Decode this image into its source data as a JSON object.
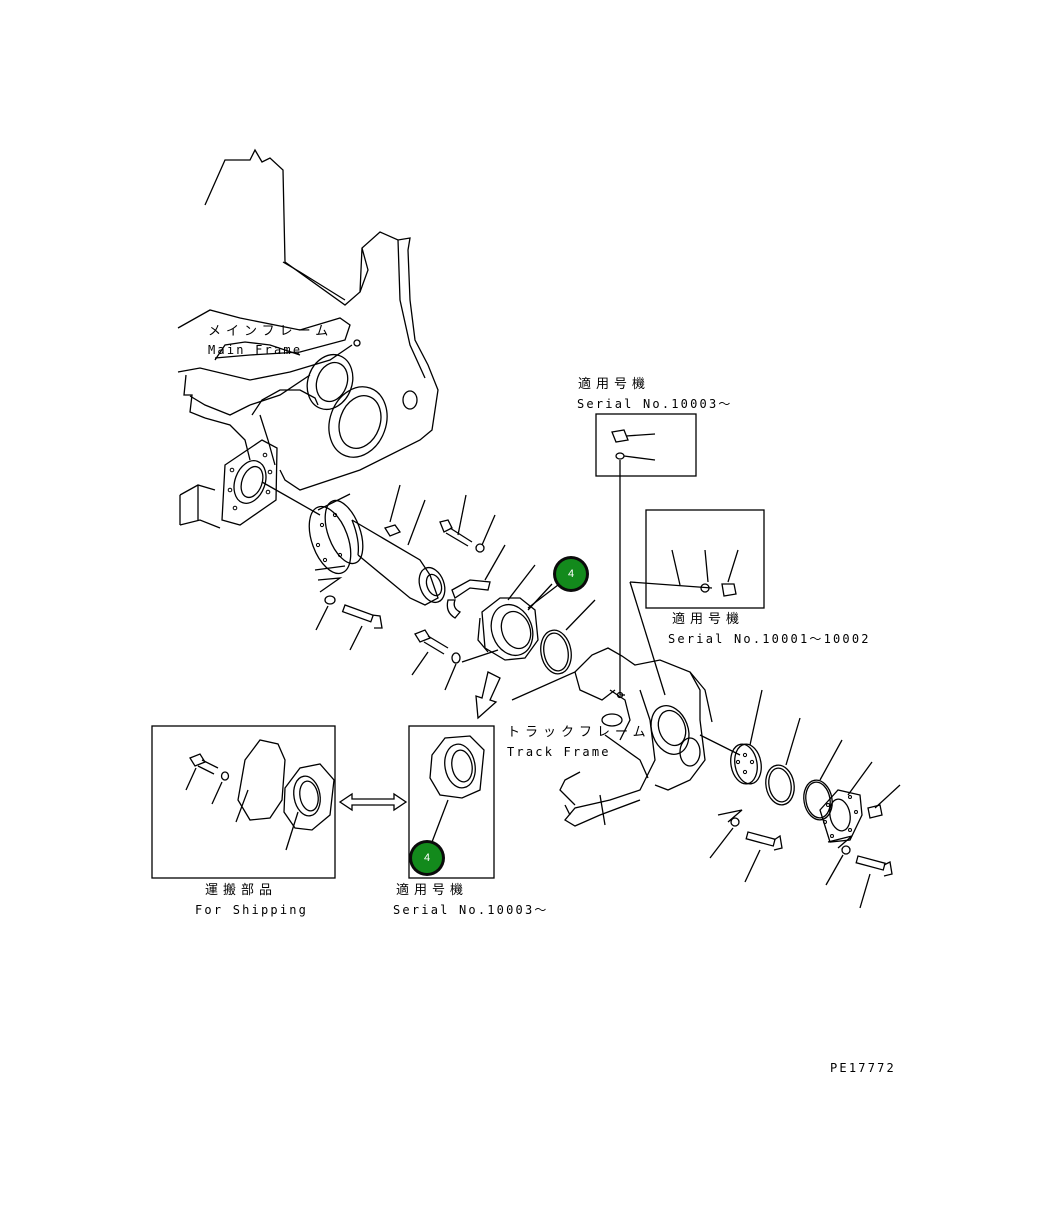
{
  "labels": {
    "main_frame_jp": "メインフレーム",
    "main_frame_en": "Main Frame",
    "serial_top_jp": "適用号機",
    "serial_top_en": "Serial No.10003～",
    "serial_mid_jp": "適用号機",
    "serial_mid_en": "Serial No.10001～10002",
    "track_frame_jp": "トラックフレーム",
    "track_frame_en": "Track Frame",
    "shipping_jp": "運搬部品",
    "shipping_en": "For Shipping",
    "serial_bottom_jp": "適用号機",
    "serial_bottom_en": "Serial No.10003～",
    "drawing_number": "PE17772"
  },
  "callouts": {
    "upper": "4",
    "lower": "4"
  },
  "colors": {
    "line": "#000000",
    "callout_fill": "#138a1c",
    "callout_ring": "#0b0b0b"
  }
}
